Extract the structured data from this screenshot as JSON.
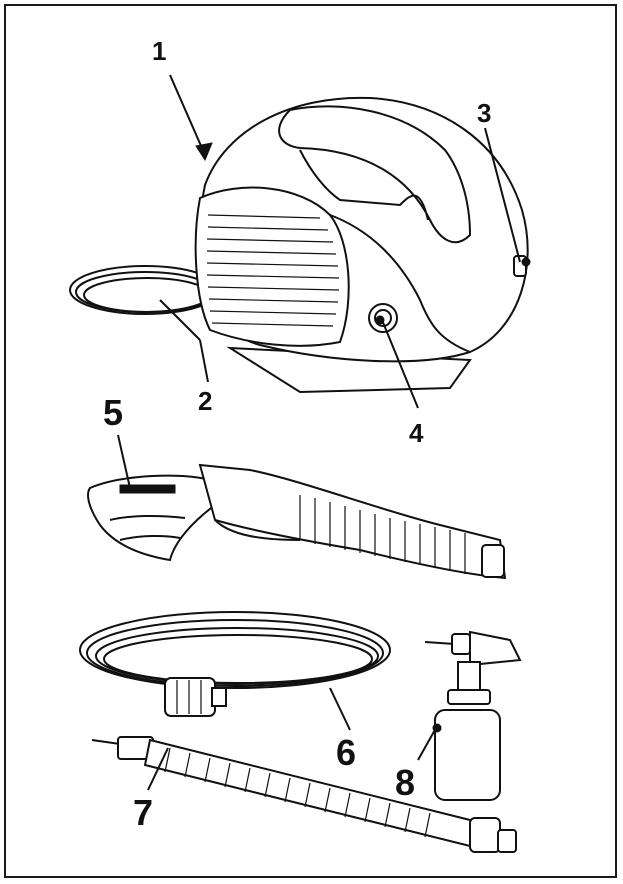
{
  "labels": [
    {
      "id": "1",
      "text": "1"
    },
    {
      "id": "2",
      "text": "2"
    },
    {
      "id": "3",
      "text": "3"
    },
    {
      "id": "4",
      "text": "4"
    },
    {
      "id": "5",
      "text": "5"
    },
    {
      "id": "6",
      "text": "6"
    },
    {
      "id": "7",
      "text": "7"
    },
    {
      "id": "8",
      "text": "8"
    }
  ],
  "parts": [
    {
      "id": "1",
      "icon": "pressure-washer-unit-icon"
    },
    {
      "id": "2",
      "icon": "power-cord-icon"
    },
    {
      "id": "3",
      "icon": "water-inlet-icon"
    },
    {
      "id": "4",
      "icon": "high-pressure-outlet-icon"
    },
    {
      "id": "5",
      "icon": "spray-gun-icon"
    },
    {
      "id": "6",
      "icon": "high-pressure-hose-icon"
    },
    {
      "id": "7",
      "icon": "lance-icon"
    },
    {
      "id": "8",
      "icon": "detergent-bottle-icon"
    }
  ]
}
